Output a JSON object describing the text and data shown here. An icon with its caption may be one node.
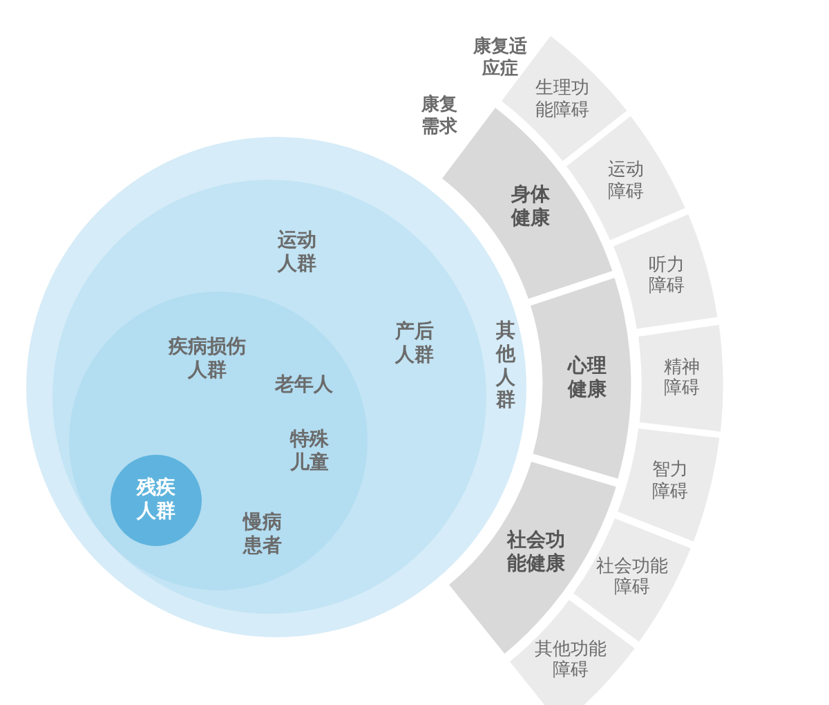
{
  "diagram": {
    "nodes": [
      {
        "text": [
          "其他人群"
        ]
      },
      {
        "text": [
          "运动人群",
          "产后人群"
        ],
        "in": 0
      },
      {
        "text": [
          "疾病损伤人群",
          "老年人",
          "特殊儿童",
          "慢病患者"
        ],
        "in": 1
      },
      {
        "text": [
          "残疾人群"
        ],
        "in": 2
      },
      {
        "text": [
          "身体健康"
        ]
      },
      {
        "text": [
          "心理健康"
        ]
      },
      {
        "text": [
          "社会功能健康"
        ]
      },
      {
        "text": [
          "生理功能障碍"
        ]
      },
      {
        "text": [
          "运动障碍"
        ]
      },
      {
        "text": [
          "听力障碍"
        ]
      },
      {
        "text": [
          "精神障碍"
        ]
      },
      {
        "text": [
          "智力障碍"
        ]
      },
      {
        "text": [
          "社会功能障碍"
        ]
      },
      {
        "text": [
          "其他功能障碍"
        ]
      }
    ],
    "labels": [
      "康复适应症",
      "康复需求"
    ]
  }
}
